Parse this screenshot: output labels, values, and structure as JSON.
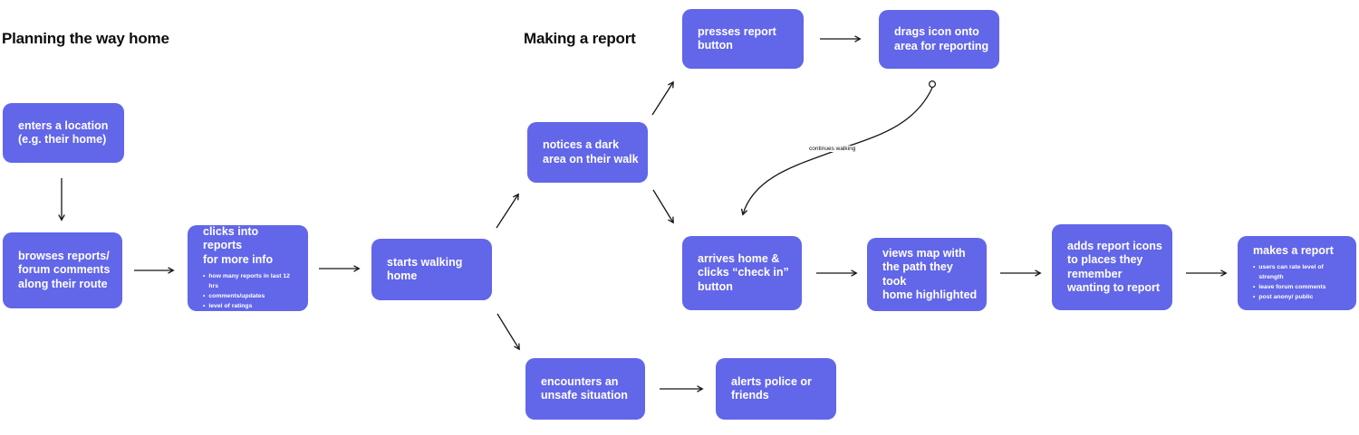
{
  "colors": {
    "node_fill": "#6266e8",
    "node_text": "#ffffff",
    "arrow": "#161616",
    "title_text": "#0d0d0d",
    "background": "#ffffff"
  },
  "sections": {
    "planning": {
      "title": "Planning the way home"
    },
    "report": {
      "title": "Making a report"
    }
  },
  "nodes": [
    {
      "id": "enters-location",
      "text": "enters a location\n(e.g. their home)"
    },
    {
      "id": "browses-reports",
      "text": "browses reports/\nforum comments\nalong their route"
    },
    {
      "id": "clicks-into-reports",
      "text": "clicks into reports\nfor more info",
      "bullets": [
        "how many reports in last 12 hrs",
        "comments/updates",
        "level of ratings"
      ]
    },
    {
      "id": "starts-walking-home",
      "text": "starts walking\nhome"
    },
    {
      "id": "notices-dark-area",
      "text": "notices a dark\narea on their walk"
    },
    {
      "id": "presses-report-button",
      "text": "presses report\nbutton"
    },
    {
      "id": "drags-icon",
      "text": "drags icon onto\narea for reporting"
    },
    {
      "id": "arrives-home",
      "text": "arrives home &\nclicks “check in”\nbutton"
    },
    {
      "id": "views-map",
      "text": "views map with\nthe path they took\nhome highlighted"
    },
    {
      "id": "adds-report-icons",
      "text": "adds report icons\nto places  they\nremember\nwanting to report"
    },
    {
      "id": "makes-a-report",
      "text": "makes a report",
      "bullets": [
        "users can rate level of strength",
        "leave forum comments",
        "post anony/ public"
      ]
    },
    {
      "id": "encounters-unsafe",
      "text": "encounters an\nunsafe situation"
    },
    {
      "id": "alerts-police",
      "text": "alerts police or\nfriends"
    }
  ],
  "edge_label": "continues walking"
}
